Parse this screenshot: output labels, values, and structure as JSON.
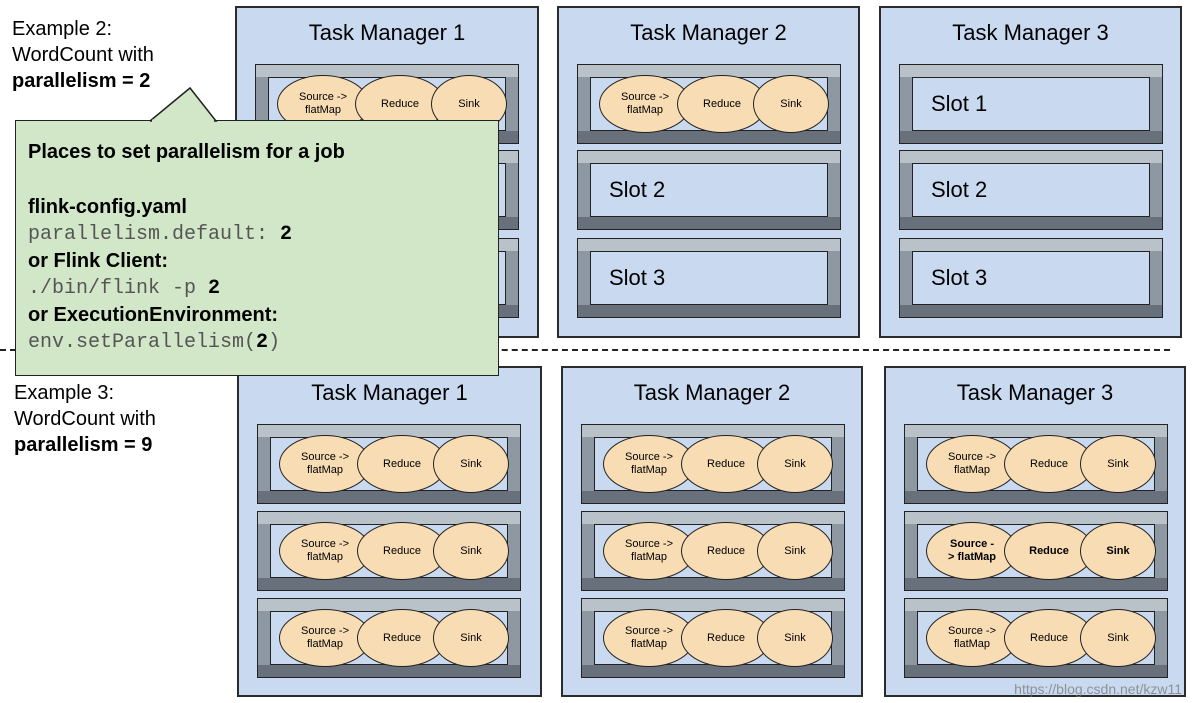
{
  "example2": {
    "line1": "Example 2:",
    "line2": "WordCount with",
    "line3": "parallelism = 2"
  },
  "example3": {
    "line1": "Example 3:",
    "line2": "WordCount with",
    "line3": "parallelism = 9"
  },
  "ops": {
    "source_line1": "Source ->",
    "source_line2": "flatMap",
    "reduce": "Reduce",
    "sink": "Sink",
    "bold_source_line1": "Source -",
    "bold_source_line2": "> flatMap"
  },
  "top_row": {
    "tm1": {
      "title": "Task Manager 1"
    },
    "tm2": {
      "title": "Task Manager 2",
      "slot2": "Slot 2",
      "slot3": "Slot 3"
    },
    "tm3": {
      "title": "Task Manager 3",
      "slot1": "Slot 1",
      "slot2": "Slot 2",
      "slot3": "Slot 3"
    }
  },
  "bottom_row": {
    "tm1": {
      "title": "Task Manager 1"
    },
    "tm2": {
      "title": "Task Manager 2"
    },
    "tm3": {
      "title": "Task Manager 3"
    }
  },
  "callout": {
    "heading": "Places to set parallelism for a job",
    "config_file": "flink-config.yaml",
    "config_key": "parallelism.default: ",
    "config_value": "2",
    "client_label": "or Flink Client:",
    "client_cmd": "./bin/flink -p ",
    "client_value": "2",
    "env_label": "or ExecutionEnvironment:",
    "env_call_start": "env.setParallelism(",
    "env_value": "2",
    "env_call_end": ")"
  },
  "watermark": "https://blog.csdn.net/kzw11"
}
